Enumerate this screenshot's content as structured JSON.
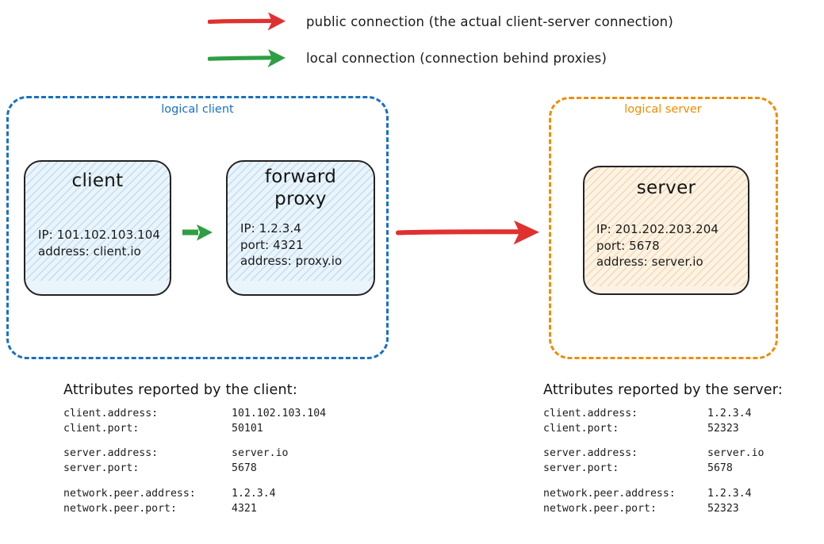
{
  "legend": [
    {
      "id": "public-connection",
      "color": "#e03131",
      "label": "public connection (the actual client-server connection)"
    },
    {
      "id": "local-connection",
      "color": "#2f9e44",
      "label": "local connection (connection behind proxies)"
    }
  ],
  "logical_client": {
    "label": "logical client",
    "color": "#1971c2",
    "nodes": [
      {
        "id": "client",
        "title": "client",
        "lines": [
          "IP: 101.102.103.104",
          "address: client.io"
        ],
        "fill": "#eaf4fb",
        "hatch": "#bcdcf0"
      },
      {
        "id": "forward-proxy",
        "title": "forward\nproxy",
        "lines": [
          "IP: 1.2.3.4",
          "port: 4321",
          "address: proxy.io"
        ],
        "fill": "#eaf4fb",
        "hatch": "#bcdcf0"
      }
    ]
  },
  "logical_server": {
    "label": "logical server",
    "color": "#f08c00",
    "nodes": [
      {
        "id": "server",
        "title": "server",
        "lines": [
          "IP: 201.202.203.204",
          "port: 5678",
          "address: server.io"
        ],
        "fill": "#fdf3e4",
        "hatch": "#f2d7ae"
      }
    ]
  },
  "arrows": [
    {
      "id": "local-connection",
      "from": "client",
      "to": "forward-proxy",
      "color": "#2f9e44"
    },
    {
      "id": "public-connection",
      "from": "forward-proxy",
      "to": "server",
      "color": "#e03131"
    }
  ],
  "attributes_client": {
    "heading": "Attributes reported by the client:",
    "groups": [
      [
        {
          "key": "client.address:",
          "value": "101.102.103.104"
        },
        {
          "key": "client.port:",
          "value": "50101"
        }
      ],
      [
        {
          "key": "server.address:",
          "value": "server.io"
        },
        {
          "key": "server.port:",
          "value": "5678"
        }
      ],
      [
        {
          "key": "network.peer.address:",
          "value": "1.2.3.4"
        },
        {
          "key": "network.peer.port:",
          "value": "4321"
        }
      ]
    ]
  },
  "attributes_server": {
    "heading": "Attributes reported by the server:",
    "groups": [
      [
        {
          "key": "client.address:",
          "value": "1.2.3.4"
        },
        {
          "key": "client.port:",
          "value": "52323"
        }
      ],
      [
        {
          "key": "server.address:",
          "value": "server.io"
        },
        {
          "key": "server.port:",
          "value": "5678"
        }
      ],
      [
        {
          "key": "network.peer.address:",
          "value": "1.2.3.4"
        },
        {
          "key": "network.peer.port:",
          "value": "52323"
        }
      ]
    ]
  }
}
